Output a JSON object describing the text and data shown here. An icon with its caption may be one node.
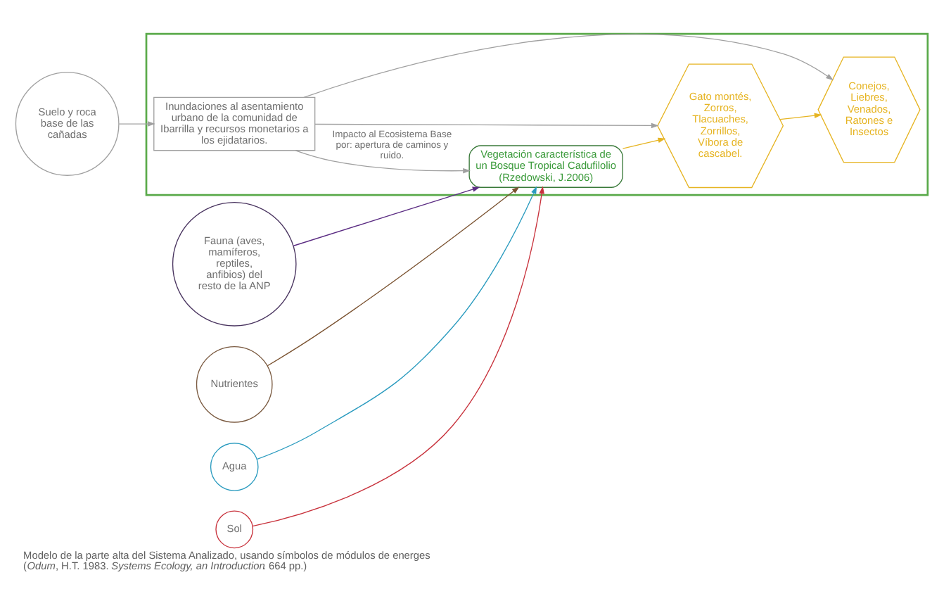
{
  "diagram": {
    "caption": "Modelo de la parte alta del Sistema Analizado, usando símbolos de módulos de energes (*Odum*, H.T. 1983. *Systems Ecology, an Introduction*. 664 pp.)",
    "nodes": [
      {
        "text": [
          "Suelo y roca base de las cañadas"
        ]
      },
      {
        "text": [],
        "shape": "box"
      },
      {
        "text": [
          "Inundaciones al asentamiento urbano de la comunidad de Ibarrilla y recursos monetarios a los ejidatarios."
        ],
        "in": 1
      },
      {
        "text": [
          "Fauna (aves, mamíferos, reptiles, anfibios) del resto de la ANP"
        ]
      },
      {
        "text": [
          "Nutrientes"
        ]
      },
      {
        "text": [
          "Agua"
        ]
      },
      {
        "text": [
          "Sol"
        ]
      },
      {
        "text": [
          "Vegetación característica de un Bosque Tropical Cadufilolio (Rzedowski, J.2006)"
        ],
        "in": 1
      },
      {
        "text": [
          "Gato montés, Zorros, Tlacuaches, Zorrillos, Víbora de cascabel."
        ],
        "in": 1
      },
      {
        "text": [
          "Conejos, Liebres, Venados, Ratones e Insectos"
        ],
        "in": 1
      }
    ],
    "edges": [
      {
        "from": 0,
        "to": 2,
        "arrow": "to"
      },
      {
        "from": 3,
        "to": 7,
        "arrow": "to",
        "color": "#5b2c83"
      },
      {
        "from": 4,
        "to": 7,
        "arrow": "to",
        "color": "#7a5230"
      },
      {
        "from": 5,
        "to": 7,
        "arrow": "to",
        "color": "#2a9bbf"
      },
      {
        "from": 6,
        "to": 7,
        "arrow": "to",
        "color": "#c8323c"
      },
      {
        "from": 2,
        "to": 7,
        "arrow": "to",
        "label": "Impacto al Ecosistema Base por: apertura de caminos y ruido."
      },
      {
        "from": 2,
        "to": 8,
        "arrow": "to"
      },
      {
        "from": 2,
        "to": 9,
        "arrow": "to"
      },
      {
        "from": 7,
        "to": 8,
        "arrow": "to",
        "color": "#e6b422"
      },
      {
        "from": 8,
        "to": 9,
        "arrow": "to",
        "color": "#e6b422"
      }
    ]
  }
}
